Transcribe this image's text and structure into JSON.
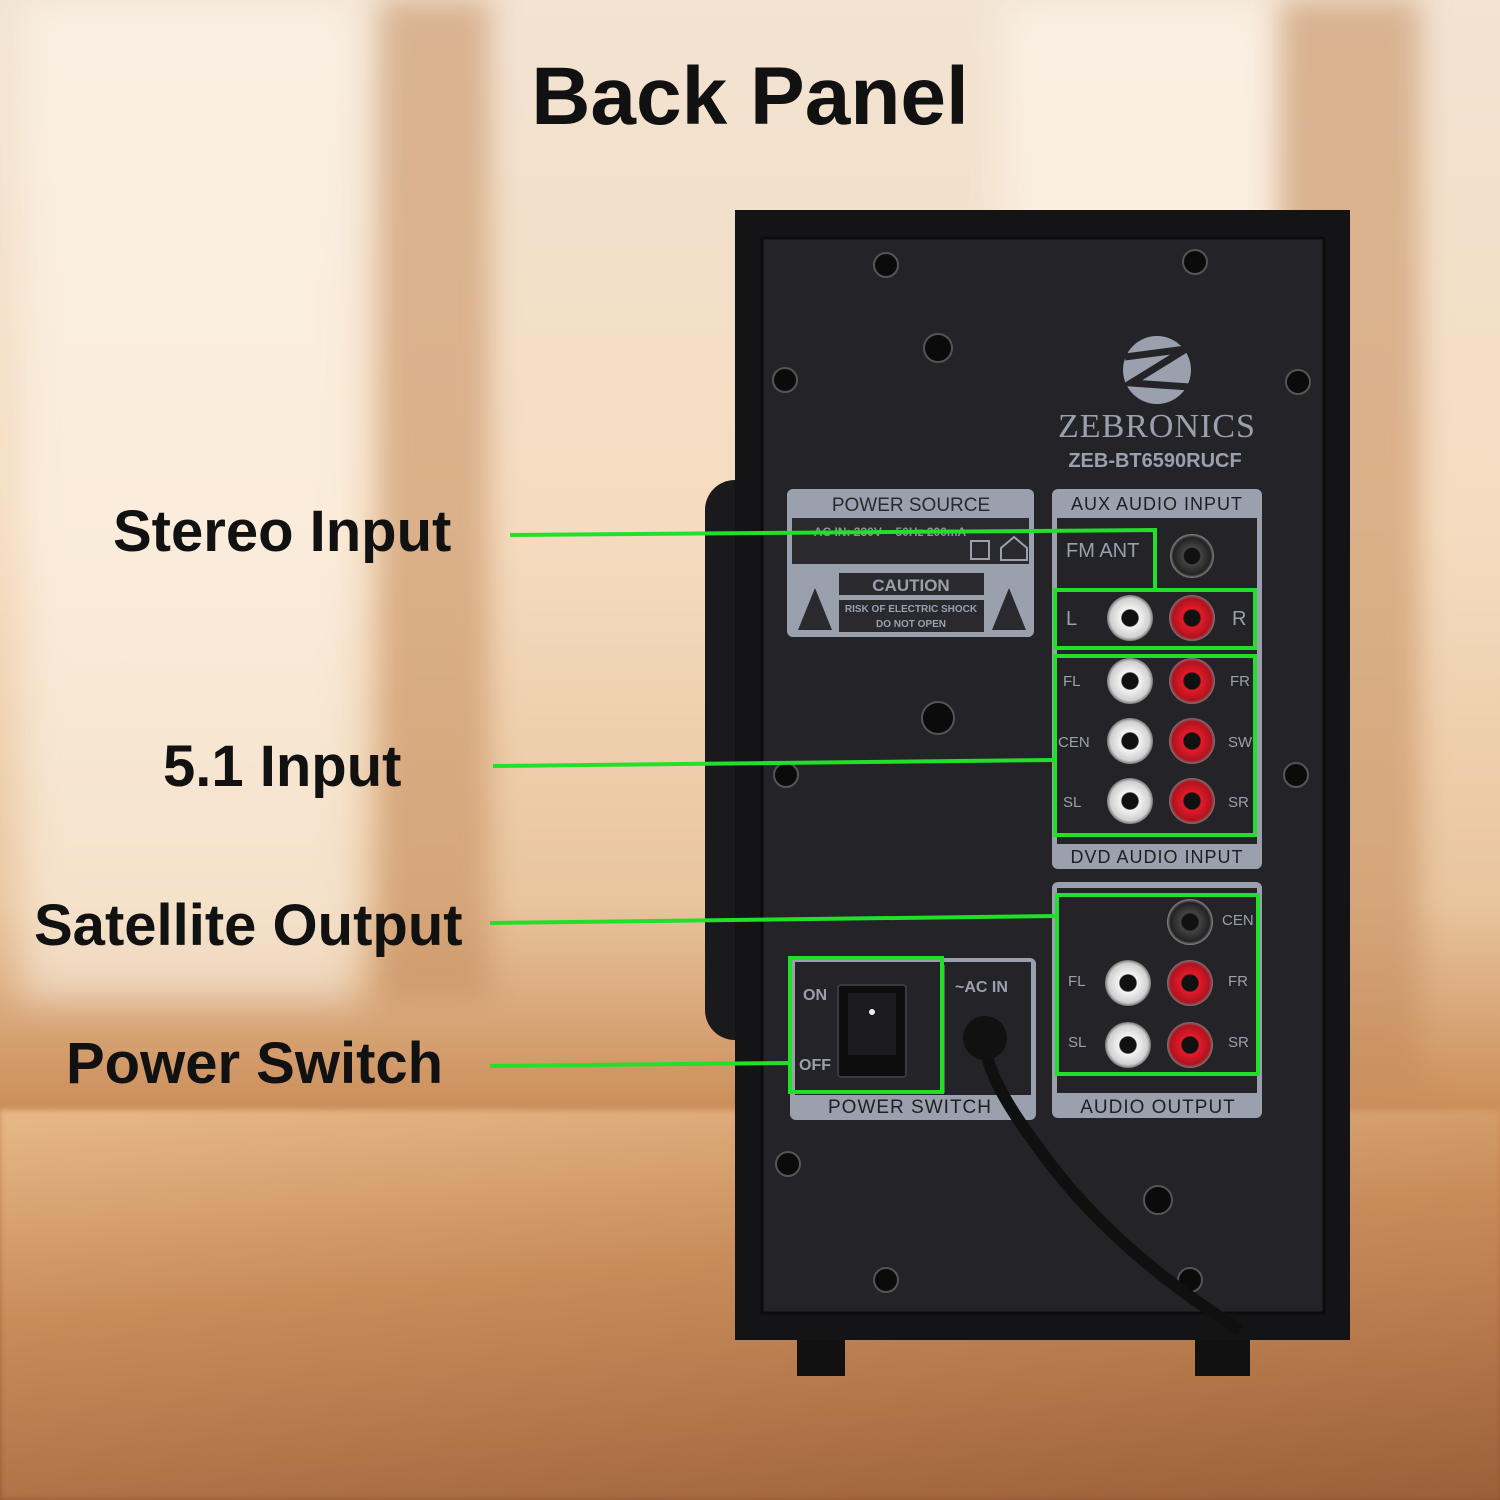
{
  "title": "Back Panel",
  "callouts": {
    "stereo_input": "Stereo Input",
    "input_51": "5.1 Input",
    "satellite_output": "Satellite Output",
    "power_switch": "Power Switch"
  },
  "panel": {
    "brand": "ZEBRONICS",
    "model": "ZEB-BT6590RUCF",
    "power_source": {
      "heading": "POWER SOURCE",
      "rating": "AC IN: 230V ~ 50Hz 200mA"
    },
    "caution": {
      "heading": "CAUTION",
      "line1": "RISK OF ELECTRIC SHOCK",
      "line2": "DO NOT OPEN"
    },
    "aux": {
      "heading": "AUX AUDIO INPUT",
      "fm": "FM ANT",
      "left": "L",
      "right": "R"
    },
    "dvd": {
      "heading": "DVD AUDIO INPUT",
      "fl": "FL",
      "fr": "FR",
      "cen": "CEN",
      "sw": "SW",
      "sl": "SL",
      "sr": "SR"
    },
    "output": {
      "heading": "AUDIO OUTPUT",
      "cen": "CEN",
      "fl": "FL",
      "fr": "FR",
      "sl": "SL",
      "sr": "SR"
    },
    "power": {
      "heading": "POWER SWITCH",
      "on": "ON",
      "off": "OFF",
      "ac_in": "~AC IN"
    }
  },
  "colors": {
    "highlight": "#22e02a",
    "panel": "#1d1d20",
    "plate": "#9aa0ad"
  }
}
